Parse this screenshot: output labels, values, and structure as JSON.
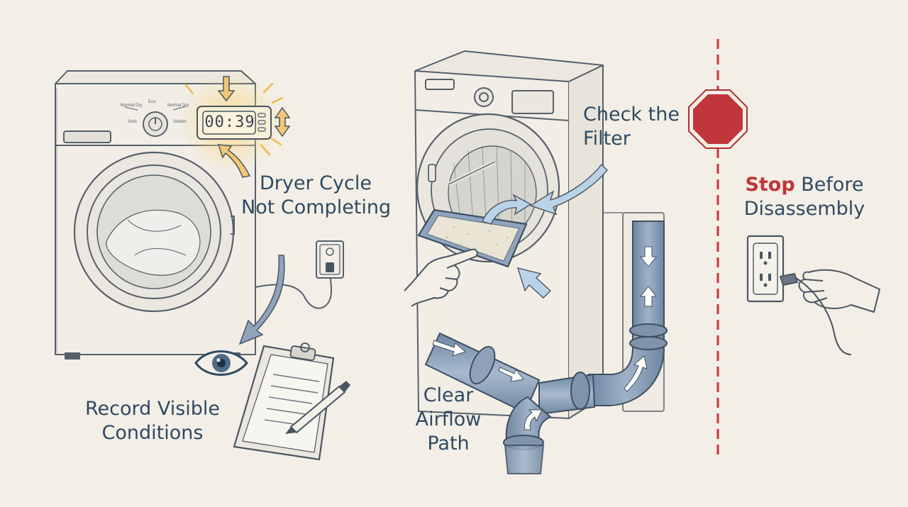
{
  "colors": {
    "background": "#f3efe6",
    "ink": "#4a5561",
    "label_text": "#2f4a63",
    "highlight": "#f0b84a",
    "stop_red": "#c0363a",
    "duct_blue": "#7f93ab",
    "airflow_light": "#b9d3e6",
    "guide_line": "#c9363a"
  },
  "display": {
    "time": "00:39"
  },
  "dial_labels": {
    "top": "Eco",
    "left_top": "Normal Dry",
    "left": "Soils",
    "right_top": "Normal Dry",
    "right": "Soldon"
  },
  "labels": {
    "cycle": {
      "line1": "Dryer Cycle",
      "line2": "Not Completing"
    },
    "record": {
      "line1": "Record Visible",
      "line2": "Conditions"
    },
    "filter": {
      "line1": "Check the",
      "line2": "Filter"
    },
    "airflow": {
      "line1": "Clear",
      "line2": "Airflow",
      "line3": "Path"
    },
    "stop": {
      "word": "Stop",
      "rest": " Before",
      "line2": "Disassembly"
    }
  },
  "icons": [
    "eye-icon",
    "clipboard-icon",
    "pen-icon",
    "stop-sign-icon",
    "outlet-icon",
    "hand-icon",
    "plug-icon",
    "lint-filter-icon"
  ]
}
